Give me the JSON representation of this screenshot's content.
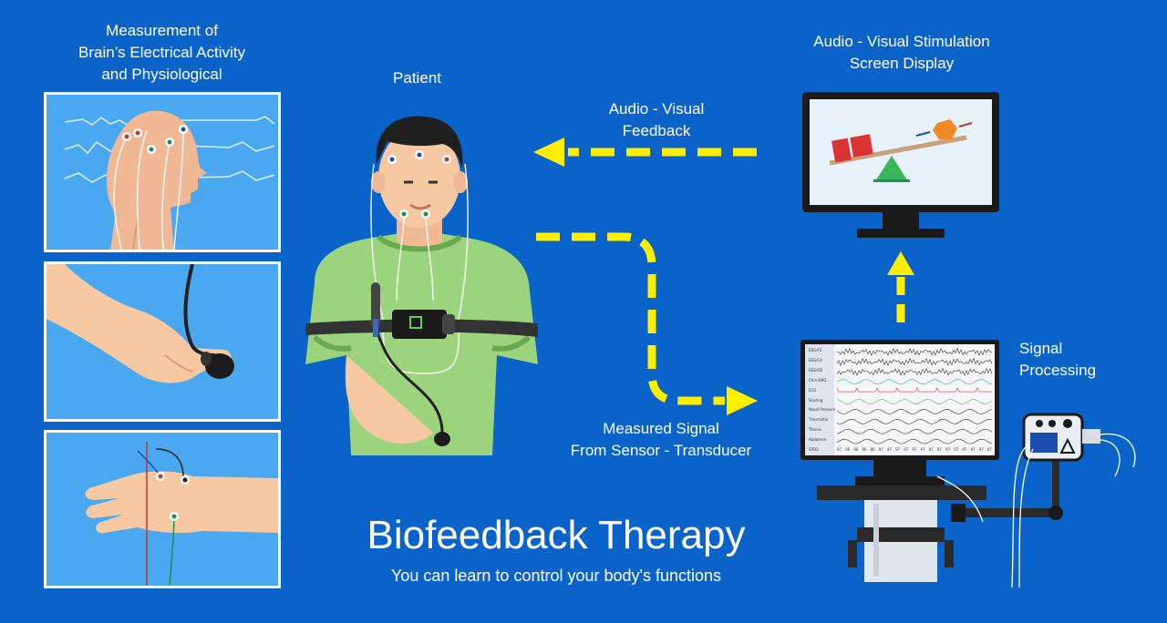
{
  "labels": {
    "measurement": [
      "Measurement of",
      "Brain’s Electrical Activity",
      "and Physiological"
    ],
    "patient": "Patient",
    "feedback": [
      "Audio - Visual",
      "Feedback"
    ],
    "stimulation": [
      "Audio - Visual Stimulation",
      "Screen Display"
    ],
    "signal_processing": [
      "Signal",
      "Processing"
    ],
    "measured_signal": [
      "Measured Signal",
      "From Sensor - Transducer"
    ]
  },
  "title": "Biofeedback Therapy",
  "subtitle": "You can learn to control your body's functions",
  "monitor_channels": [
    "EEG/F3",
    "EEG/C4",
    "EEG/O2",
    "Chin EMG",
    "ECG",
    "Snoring",
    "Nasal Pressure",
    "Thermistor",
    "Thorax",
    "Abdomen",
    "SPO2"
  ],
  "spo2_values": [
    "97",
    "96",
    "96",
    "96",
    "96",
    "97",
    "97",
    "97",
    "97",
    "97",
    "97",
    "97",
    "97",
    "97",
    "97",
    "97",
    "97",
    "97",
    "97"
  ],
  "colors": {
    "background": "#0a63c9",
    "panel": "#4aa8f0",
    "arrow": "#ffee00",
    "shirt": "#9bd47c",
    "skin": "#f7c9a3"
  }
}
